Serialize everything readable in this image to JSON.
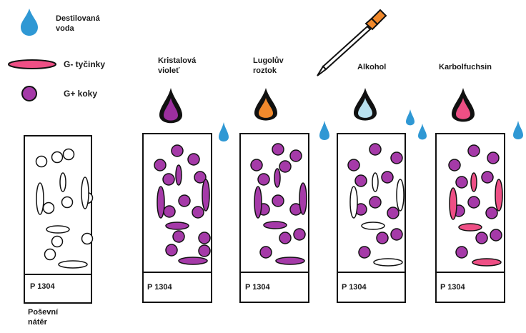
{
  "legend": {
    "water_label": [
      "Destilovaná",
      "voda"
    ],
    "gneg_label": "G- tyčinky",
    "gpos_label": "G+ koky"
  },
  "colors": {
    "purple": "#a53aa8",
    "pink": "#ee4f85",
    "orange": "#f1892c",
    "light_blue": "#b8e0ee",
    "water": "#2f98d4",
    "outline": "#111111"
  },
  "slides": [
    {
      "label": "P 1304",
      "caption": [
        "Poševní",
        "nátěr"
      ],
      "reagent": "",
      "drop_color": "",
      "coccus_color": "#ffffff",
      "rod_color": "#ffffff"
    },
    {
      "label": "P 1304",
      "caption": [],
      "reagent": [
        "Kristalová",
        "violeť"
      ],
      "drop_color": "#9b2f9e",
      "coccus_color": "#a53aa8",
      "rod_color": "#a53aa8"
    },
    {
      "label": "P 1304",
      "caption": [],
      "reagent": [
        "Lugolův",
        "roztok"
      ],
      "drop_color": "#f1892c",
      "coccus_color": "#a53aa8",
      "rod_color": "#a53aa8"
    },
    {
      "label": "P 1304",
      "caption": [],
      "reagent": [
        "Alkohol"
      ],
      "drop_color": "#b8e0ee",
      "coccus_color": "#a53aa8",
      "rod_color": "#ffffff"
    },
    {
      "label": "P 1304",
      "caption": [],
      "reagent": [
        "Karbolfuchsin"
      ],
      "drop_color": "#ee4f85",
      "coccus_color": "#a53aa8",
      "rod_color": "#ee4f85"
    }
  ],
  "icons": {
    "water_drop": "water-drop-icon",
    "reagent_drop": "reagent-drop-icon",
    "pipette": "pipette-icon"
  }
}
